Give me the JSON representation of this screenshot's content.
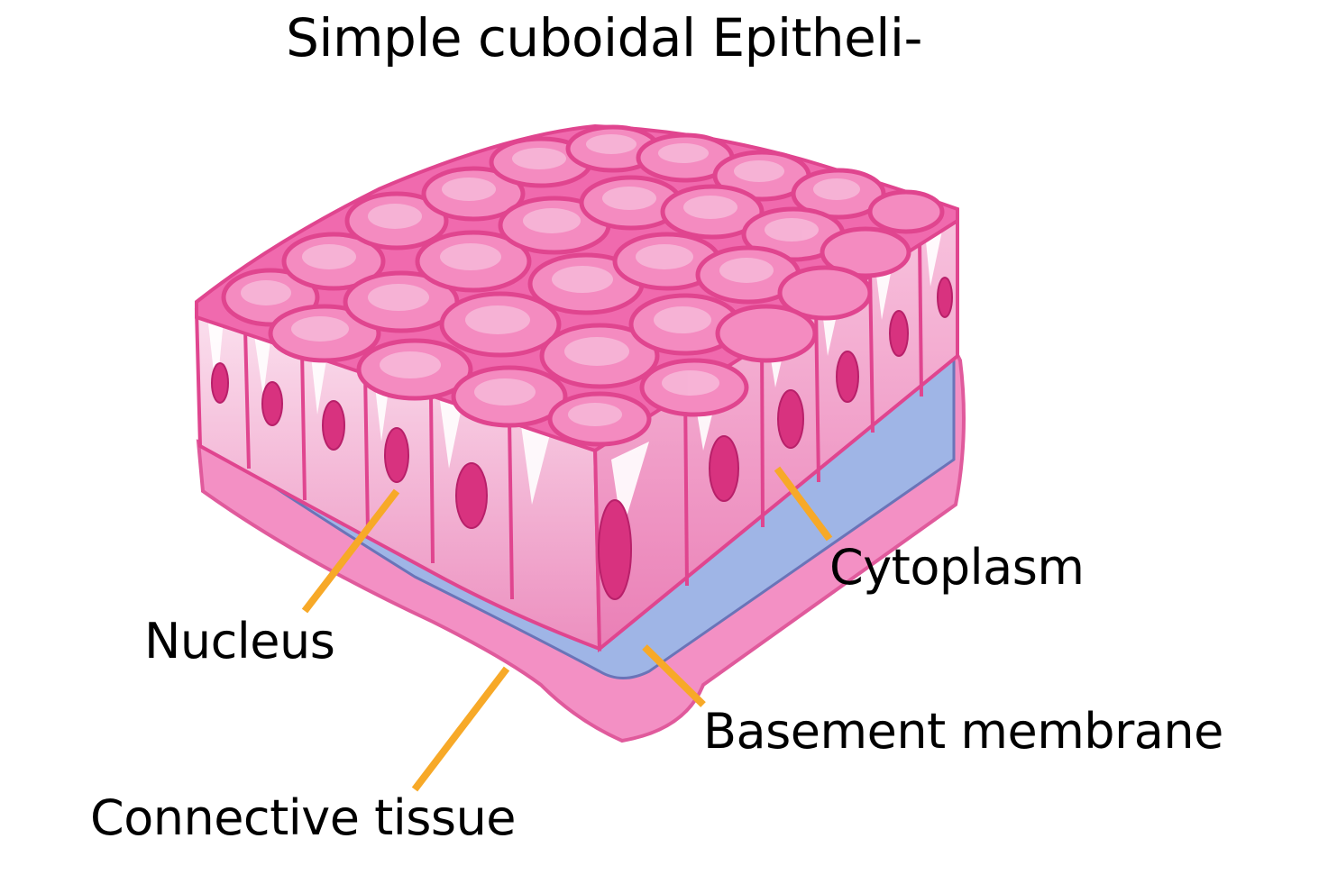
{
  "title": "Simple cuboidal Epitheli-",
  "labels": {
    "nucleus": "Nucleus",
    "cytoplasm": "Cytoplasm",
    "basement_membrane": "Basement membrane",
    "connective_tissue": "Connective tissue"
  },
  "colors": {
    "leader_line": "#f7a928",
    "cell_top": "#f48bc0",
    "cell_top_light": "#f7b7d8",
    "cell_border": "#e0458f",
    "cell_side": "#f2a9cf",
    "nucleus": "#d8327f",
    "basement": "#9fb5e6",
    "connective": "#f390c4"
  }
}
